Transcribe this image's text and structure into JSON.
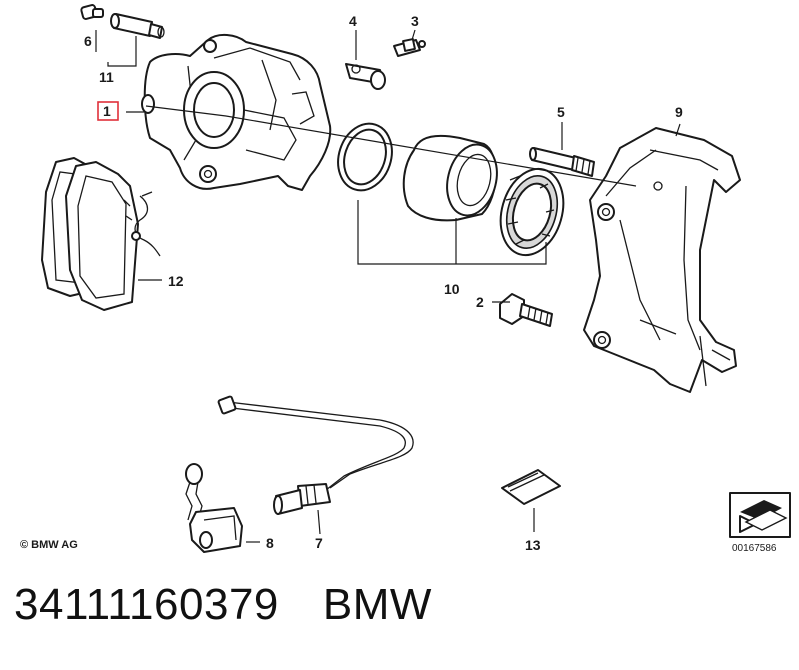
{
  "diagram": {
    "part_labels": [
      {
        "id": "1",
        "label": "1",
        "highlighted": true
      },
      {
        "id": "2",
        "label": "2"
      },
      {
        "id": "3",
        "label": "3"
      },
      {
        "id": "4",
        "label": "4"
      },
      {
        "id": "5",
        "label": "5"
      },
      {
        "id": "6",
        "label": "6"
      },
      {
        "id": "7",
        "label": "7"
      },
      {
        "id": "8",
        "label": "8"
      },
      {
        "id": "9",
        "label": "9"
      },
      {
        "id": "10",
        "label": "10"
      },
      {
        "id": "11",
        "label": "11"
      },
      {
        "id": "12",
        "label": "12"
      },
      {
        "id": "13",
        "label": "13"
      }
    ],
    "highlight_color": "#e0303a",
    "copyright": "© BMW AG",
    "diagram_id": "00167586"
  },
  "caption": {
    "part_number": "34111160379",
    "brand": "BMW"
  }
}
